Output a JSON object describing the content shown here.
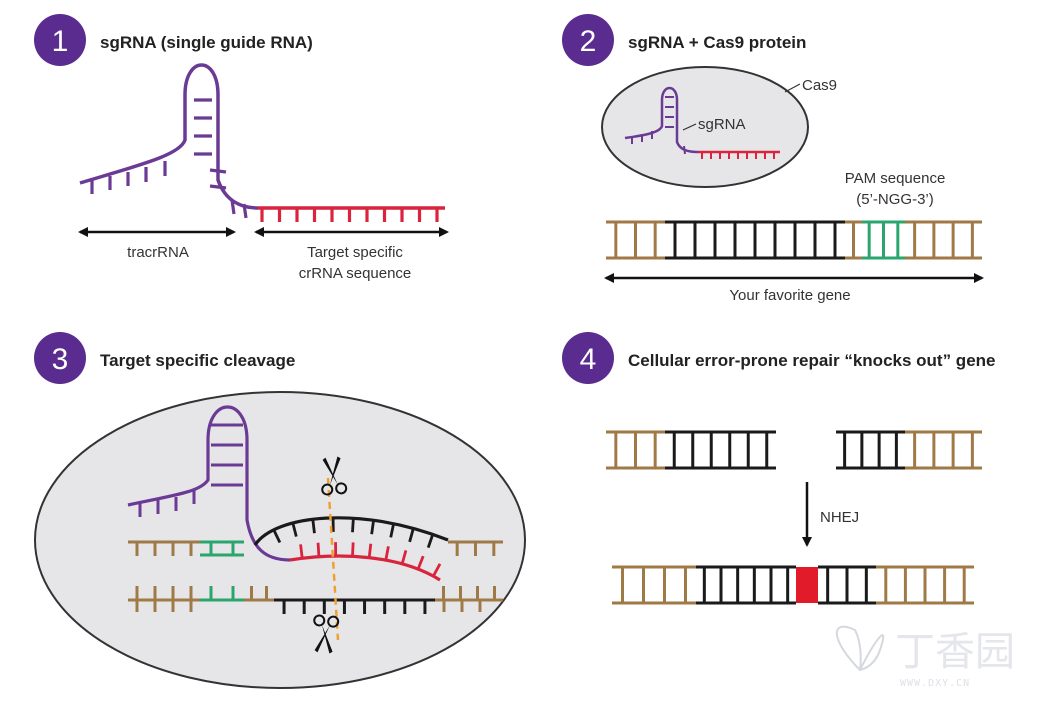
{
  "panels": [
    {
      "number": "1",
      "title": "sgRNA (single guide RNA)"
    },
    {
      "number": "2",
      "title": "sgRNA + Cas9 protein"
    },
    {
      "number": "3",
      "title": "Target specific cleavage"
    },
    {
      "number": "4",
      "title": "Cellular error-prone repair “knocks out” gene"
    }
  ],
  "panel1": {
    "tracr_label": "tracrRNA",
    "crrna_label_line1": "Target specific",
    "crrna_label_line2": "crRNA sequence"
  },
  "panel2": {
    "cas9_label": "Cas9",
    "sgrna_label": "sgRNA",
    "pam_label_line1": "PAM sequence",
    "pam_label_line2": "(5’-NGG-3’)",
    "gene_label": "Your favorite gene"
  },
  "panel4": {
    "nhej_label": "NHEJ"
  },
  "watermark": {
    "text": "丁香园",
    "url": "WWW.DXY.CN"
  },
  "colors": {
    "badge": "#5b2c8f",
    "sgrna_purple": "#6a3a95",
    "crrna_red": "#d8243c",
    "dna_brown": "#a07a46",
    "gene_black": "#1a1a1a",
    "pam_green": "#2aa56d",
    "cas9_fill": "#e6e6e9",
    "cut_orange": "#f0a030",
    "mutation_red": "#e21b2a"
  }
}
